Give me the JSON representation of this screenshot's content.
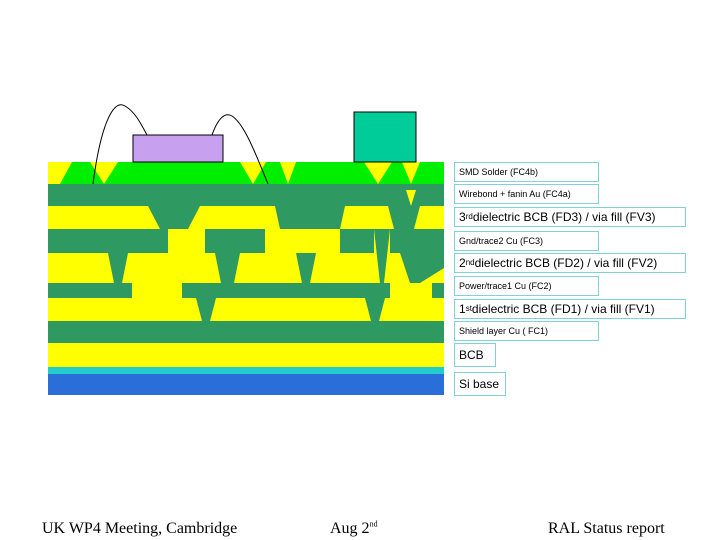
{
  "labels": {
    "smd_solder": "SMD Solder (FC4b)",
    "wirebond": "Wirebond + fanin Au (FC4a)",
    "fd3_pre": "3",
    "fd3_sup": "rd",
    "fd3_post": " dielectric BCB (FD3) / via fill (FV3)",
    "gnd_trace2": "Gnd/trace2 Cu (FC3)",
    "fd2_pre": "2",
    "fd2_sup": "nd",
    "fd2_post": " dielectric BCB (FD2) / via fill (FV2)",
    "power_trace1": "Power/trace1 Cu (FC2)",
    "fd1_pre": "1",
    "fd1_sup": "st",
    "fd1_post": " dielectric BCB (FD1) / via fill (FV1)",
    "shield": "Shield layer Cu ( FC1)",
    "bcb": "BCB",
    "si_base": "Si base"
  },
  "footer": {
    "left": "UK WP4 Meeting, Cambridge",
    "center_pre": "Aug 2",
    "center_sup": "nd",
    "right": "RAL Status report"
  },
  "colors": {
    "si_base": "#2a6fd8",
    "cyan_strip": "#22cccc",
    "bcb_yellow": "#ffff00",
    "copper_green": "#2e9960",
    "solder_green": "#00ee00",
    "chip_purple": "#c8a0f0",
    "component_teal": "#00cc99"
  }
}
